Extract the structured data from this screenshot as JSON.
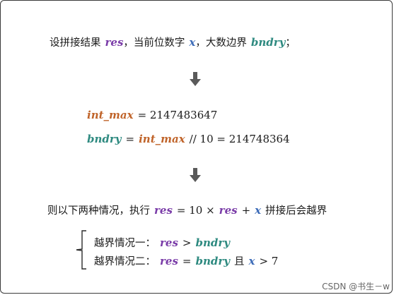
{
  "line1": {
    "prefix": "设拼接结果",
    "var_res": "res",
    "sep1": "，",
    "mid1": "当前位数字",
    "var_x": "x",
    "sep2": "，",
    "mid2": "大数边界",
    "var_bndry": "bndry",
    "end": "；"
  },
  "line2": {
    "var_int_max": "int_max",
    "eq": "= 2147483647"
  },
  "line3": {
    "var_bndry": "bndry",
    "eq": "=",
    "var_int_max": "int_max",
    "rest": "// 10 = 214748364"
  },
  "line4": {
    "prefix": "则以下两种情况，执行",
    "var_res1": "res",
    "eq": "= 10 ×",
    "var_res2": "res",
    "plus": "+",
    "var_x": "x",
    "suffix": "拼接后会越界"
  },
  "case1": {
    "label": "越界情况一：",
    "var_res": "res",
    "op": ">",
    "var_bndry": "bndry"
  },
  "case2": {
    "label": "越界情况二：",
    "var_res": "res",
    "op": "=",
    "var_bndry": "bndry",
    "conj": "且",
    "var_x": "x",
    "cmp": "> 7"
  },
  "watermark": "CSDN @书生－w",
  "colors": {
    "res": "#7a3ca8",
    "x": "#3d6cb8",
    "bndry": "#2e8a80",
    "int_max": "#c0642a",
    "arrow": "#5a5a5a"
  },
  "icons": [
    "down-arrow-icon",
    "down-arrow-icon",
    "left-brace-icon"
  ]
}
